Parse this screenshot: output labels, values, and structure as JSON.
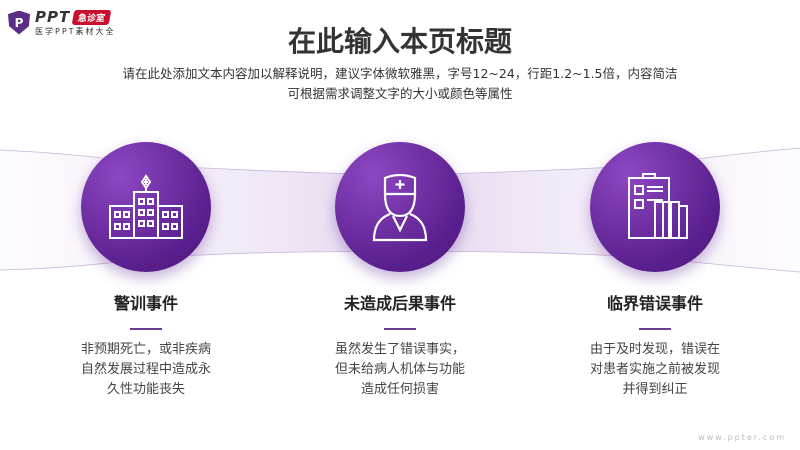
{
  "logo": {
    "mark": "P",
    "brand": "PPT",
    "badge": "急诊室",
    "subtitle": "医学PPT素材大全"
  },
  "header": {
    "title": "在此输入本页标题",
    "desc_line1": "请在此处添加文本内容加以解释说明，建议字体微软雅黑，字号12~24，行距1.2~1.5倍，内容简洁",
    "desc_line2": "可根据需求调整文字的大小或颜色等属性"
  },
  "items": [
    {
      "icon": "hospital-icon",
      "title": "警训事件",
      "lines": [
        "非预期死亡，或非疾病",
        "自然发展过程中造成永",
        "久性功能丧失"
      ]
    },
    {
      "icon": "doctor-icon",
      "title": "未造成后果事件",
      "lines": [
        "虽然发生了错误事实，",
        "但未给病人机体与功能",
        "造成任何损害"
      ]
    },
    {
      "icon": "medical-records-icon",
      "title": "临界错误事件",
      "lines": [
        "由于及时发现，错误在",
        "对患者实施之前被发现",
        "并得到纠正"
      ]
    }
  ],
  "watermark": "www.ppter.com",
  "colors": {
    "accent": "#5a1f8e",
    "underline": "#6a3e93"
  }
}
